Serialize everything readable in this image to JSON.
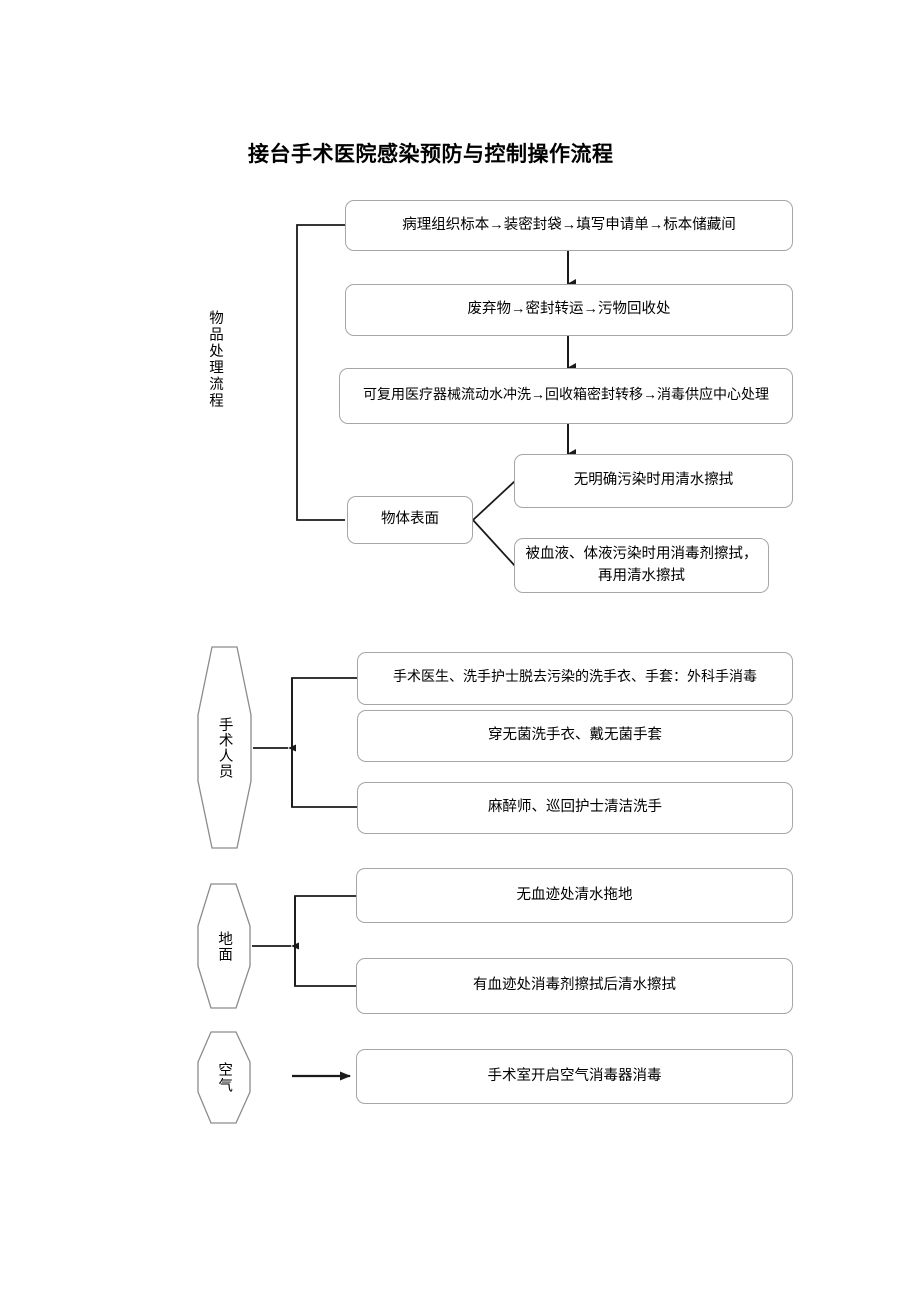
{
  "document": {
    "title": "接台手术医院感染预防与控制操作流程"
  },
  "sections": {
    "items_flow": {
      "side_label": "物品处理流程",
      "nodes": {
        "specimen": "病理组织标本→装密封袋→填写申请单→标本储藏间",
        "waste": "废弃物→密封转运→污物回收处",
        "instruments": "可复用医疗器械流动水冲洗→回收箱密封转移→消毒供应中心处理",
        "surfaces": "物体表面",
        "surfaces_clean_water": "无明确污染时用清水擦拭",
        "surfaces_disinfectant": "被血液、体液污染时用消毒剂擦拭，再用清水擦拭"
      }
    },
    "staff": {
      "label": "手术人员",
      "nodes": {
        "remove_gown": "手术医生、洗手护士脱去污染的洗手衣、手套：外科手消毒",
        "wear_sterile": "穿无菌洗手衣、戴无菌手套",
        "anesthetist": "麻醉师、巡回护士清洁洗手"
      }
    },
    "floor": {
      "label": "地面",
      "nodes": {
        "no_blood": "无血迹处清水拖地",
        "with_blood": "有血迹处消毒剂擦拭后清水擦拭"
      }
    },
    "air": {
      "label": "空气",
      "nodes": {
        "disinfector": "手术室开启空气消毒器消毒"
      }
    }
  },
  "colors": {
    "node_border": "#a6a6a6",
    "connector": "#1a1a1a",
    "background": "#ffffff",
    "text": "#000000"
  }
}
